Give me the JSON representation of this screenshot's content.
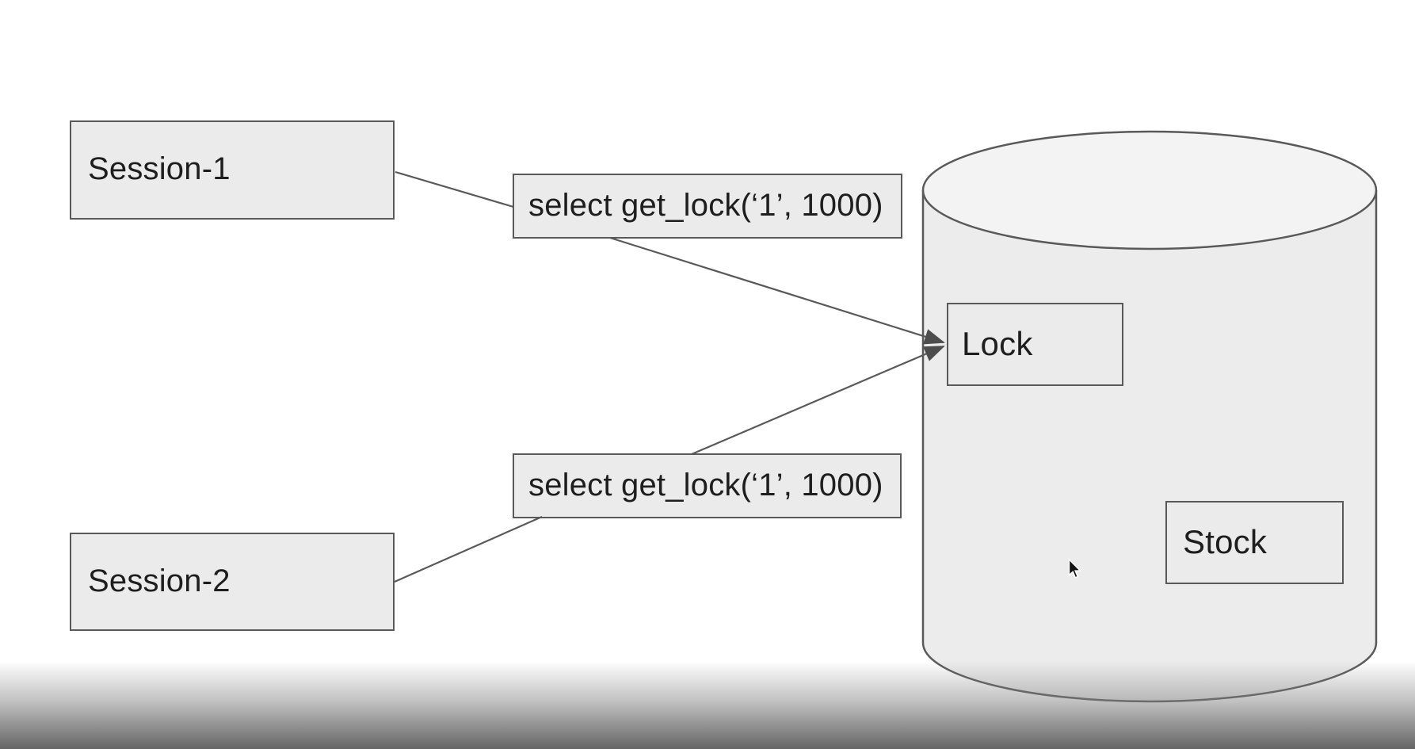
{
  "slide": {
    "background_color": "#ffffff",
    "footer_gradient_bottom_color": "#656565",
    "shape_style": {
      "fill": "#ebebeb",
      "border_color": "#595959",
      "text_color": "#1e1e1e",
      "connector_color": "#595959",
      "arrowhead_color": "#4d4d4d"
    },
    "nodes": {
      "session1_label": "Session-1",
      "session2_label": "Session-2",
      "query1_label": "select get_lock(‘1’, 1000)",
      "query2_label": "select get_lock(‘1’, 1000)",
      "lock_label": "Lock",
      "stock_label": "Stock"
    },
    "database": {
      "body_fill": "#ececec",
      "top_fill": "#f3f3f3"
    }
  }
}
